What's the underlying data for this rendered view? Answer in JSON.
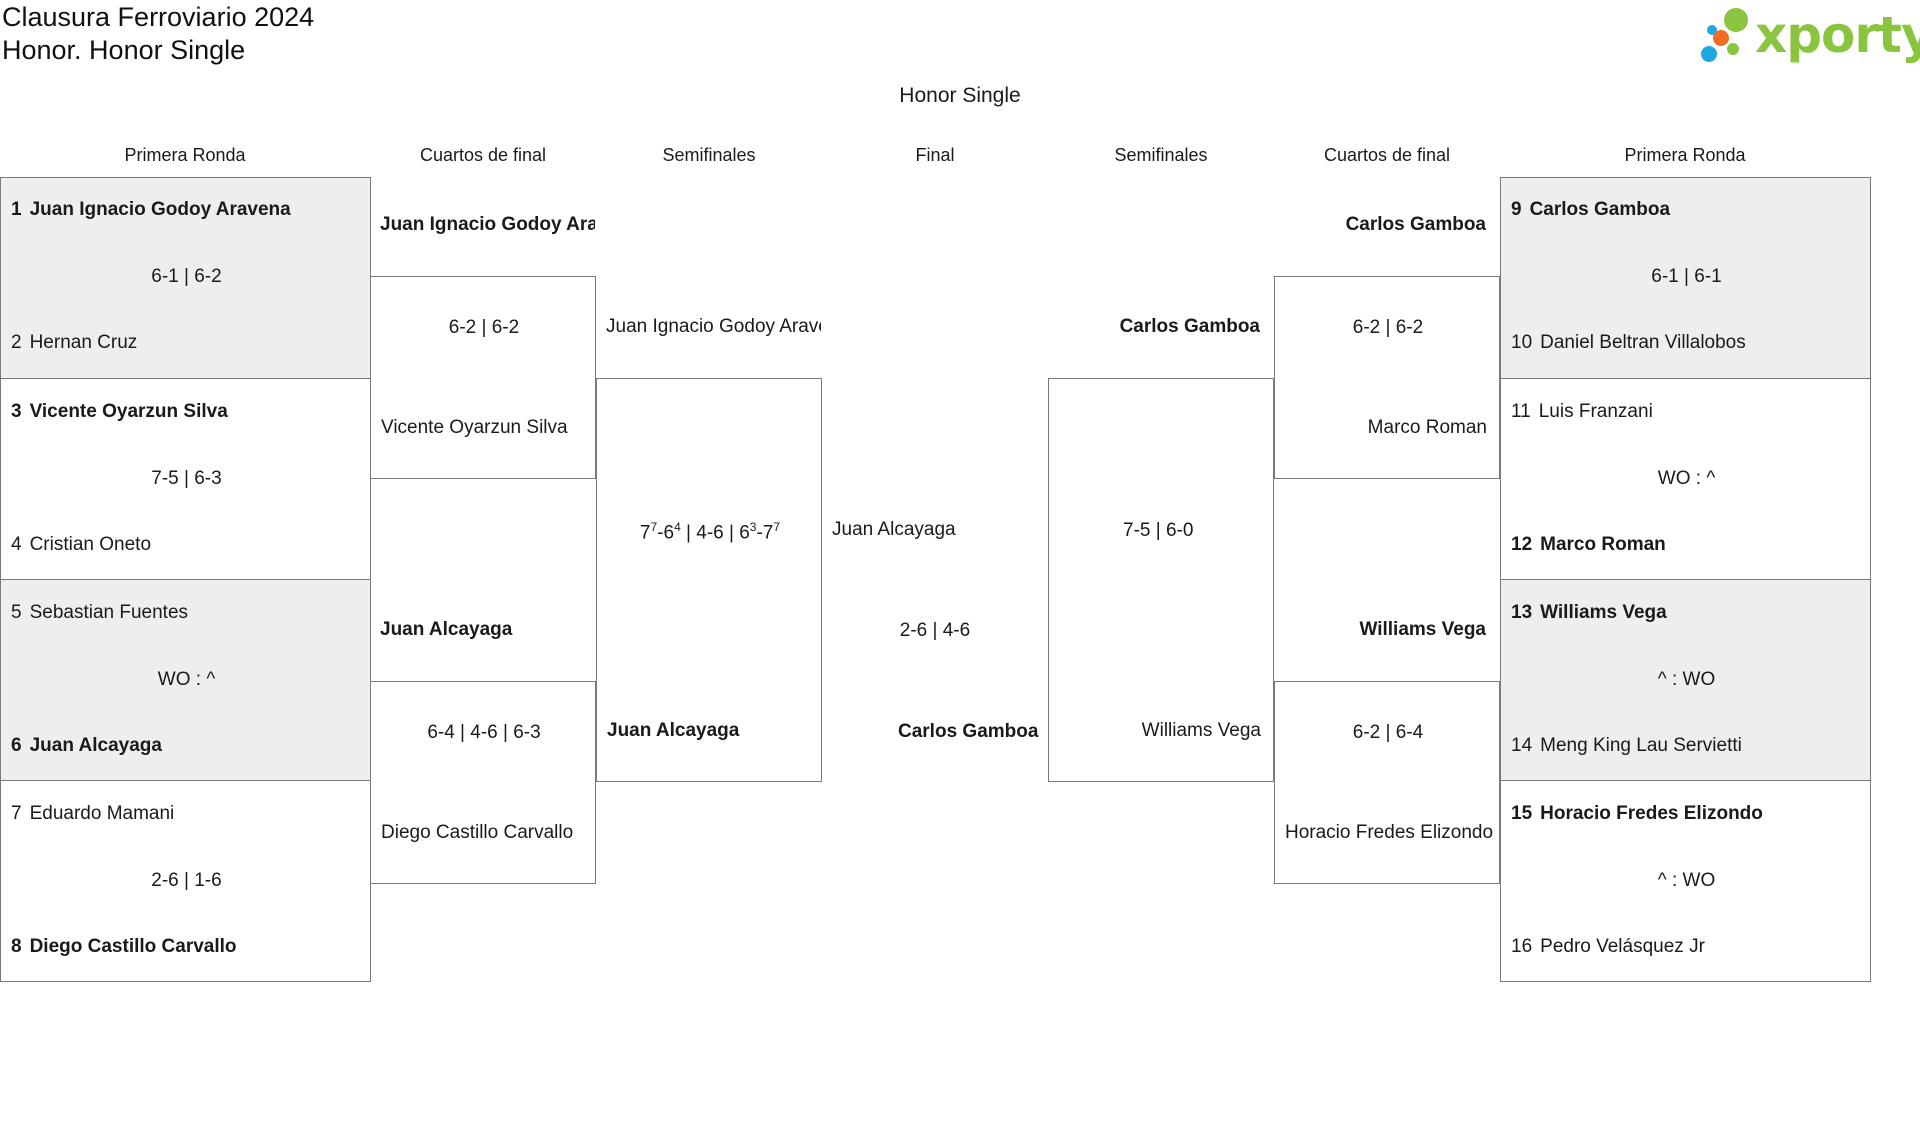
{
  "header": {
    "tournament": "Clausura Ferroviario 2024",
    "category": "Honor. Honor Single",
    "draw_title": "Honor Single",
    "logo_text": "xporty"
  },
  "rounds": {
    "left": [
      "Primera Ronda",
      "Cuartos de final",
      "Semifinales"
    ],
    "center": "Final",
    "right": [
      "Semifinales",
      "Cuartos de final",
      "Primera Ronda"
    ]
  },
  "first_round": [
    {
      "seed": "1",
      "name": "Juan Ignacio Godoy Aravena",
      "winner": true
    },
    {
      "seed": "2",
      "name": "Hernan Cruz",
      "winner": false
    },
    {
      "seed": "3",
      "name": "Vicente Oyarzun Silva",
      "winner": true
    },
    {
      "seed": "4",
      "name": "Cristian Oneto",
      "winner": false
    },
    {
      "seed": "5",
      "name": "Sebastian Fuentes",
      "winner": false
    },
    {
      "seed": "6",
      "name": "Juan Alcayaga",
      "winner": true
    },
    {
      "seed": "7",
      "name": "Eduardo Mamani",
      "winner": false
    },
    {
      "seed": "8",
      "name": "Diego Castillo Carvallo",
      "winner": true
    },
    {
      "seed": "9",
      "name": "Carlos Gamboa",
      "winner": true
    },
    {
      "seed": "10",
      "name": "Daniel Beltran Villalobos",
      "winner": false
    },
    {
      "seed": "11",
      "name": "Luis Franzani",
      "winner": false
    },
    {
      "seed": "12",
      "name": "Marco Roman",
      "winner": true
    },
    {
      "seed": "13",
      "name": "Williams Vega",
      "winner": true
    },
    {
      "seed": "14",
      "name": "Meng King Lau Servietti",
      "winner": false
    },
    {
      "seed": "15",
      "name": "Horacio Fredes Elizondo",
      "winner": true
    },
    {
      "seed": "16",
      "name": "Pedro Velásquez Jr",
      "winner": false
    }
  ],
  "first_round_scores": [
    "6-1 | 6-2",
    "7-5 | 6-3",
    "WO : ^",
    "2-6 | 1-6",
    "6-1 | 6-1",
    "WO : ^",
    "^ : WO",
    "^ : WO"
  ],
  "quarterfinals": {
    "left": [
      {
        "top": "Juan Ignacio Godoy Aravena",
        "bottom": "Vicente Oyarzun Silva",
        "score": "6-2 | 6-2",
        "top_winner": true
      },
      {
        "top": "Juan Alcayaga",
        "bottom": "Diego Castillo Carvallo",
        "score": "6-4 | 4-6 | 6-3",
        "top_winner": true
      }
    ],
    "right": [
      {
        "top": "Carlos Gamboa",
        "bottom": "Marco Roman",
        "score": "6-2 | 6-2",
        "top_winner": true
      },
      {
        "top": "Williams Vega",
        "bottom": "Horacio Fredes Elizondo",
        "score": "6-2 | 6-4",
        "top_winner": true
      }
    ]
  },
  "semifinals": {
    "left": {
      "top": "Juan Ignacio Godoy Aravena",
      "bottom": "Juan Alcayaga",
      "score": "7⁷-6⁴ | 4-6 | 6³-7⁷",
      "bottom_winner": true
    },
    "right": {
      "top": "Carlos Gamboa",
      "bottom": "Williams Vega",
      "score": "7-5 | 6-0",
      "top_winner": true
    }
  },
  "final": {
    "top": "Juan Alcayaga",
    "bottom": "Carlos Gamboa",
    "score": "2-6 | 4-6",
    "bottom_winner": true
  },
  "colors": {
    "shade": "#eeeeee",
    "border": "#7a7a7a",
    "logo_green": "#8bc53f",
    "logo_blue": "#1ea7e1",
    "logo_orange": "#f26b21"
  }
}
